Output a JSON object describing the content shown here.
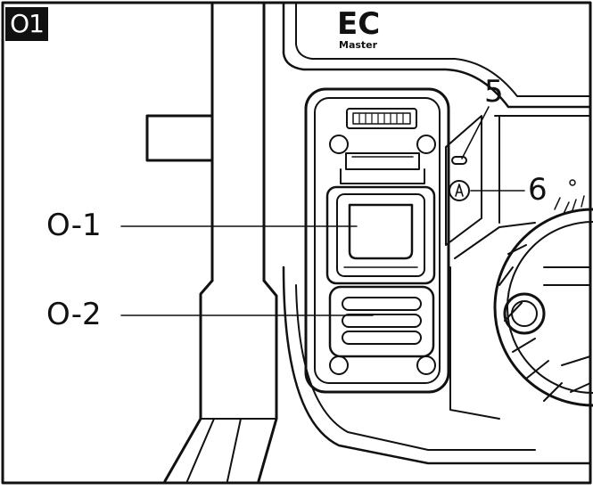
{
  "figure": {
    "id_label": "O1"
  },
  "logo": {
    "brand_mark": "EC",
    "brand_sub": "Master"
  },
  "callouts": {
    "o1": "O-1",
    "o2": "O-2",
    "n5": "5",
    "n6": "6"
  },
  "colors": {
    "ink": "#111111",
    "paper": "#ffffff",
    "badge_bg": "#111111",
    "badge_text": "#ffffff"
  },
  "icons": {
    "knob": "auto-mode-knob-icon",
    "indicator": "indicator-led-icon"
  }
}
